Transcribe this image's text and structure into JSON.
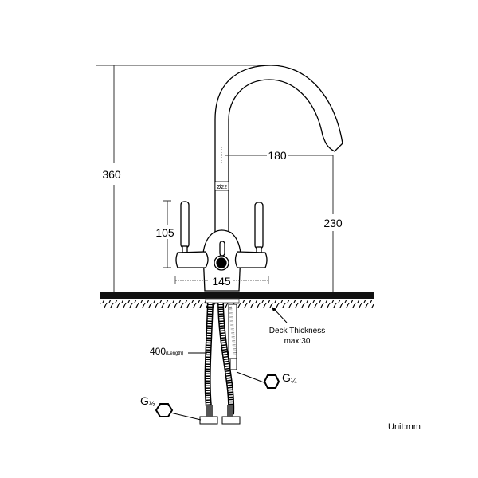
{
  "dimensions": {
    "height_total": "360",
    "spout_reach": "180",
    "spout_diameter": "Ø22",
    "handle_height": "105",
    "spout_height": "230",
    "handle_span": "145",
    "hose_length": "400",
    "hose_length_note": "(Length)"
  },
  "deck": {
    "label": "Deck Thickness",
    "max": "max:30"
  },
  "connectors": {
    "large": {
      "letter": "G",
      "fraction": "½"
    },
    "small": {
      "letter": "G",
      "fraction": "¼"
    }
  },
  "unit": "Unit:mm"
}
